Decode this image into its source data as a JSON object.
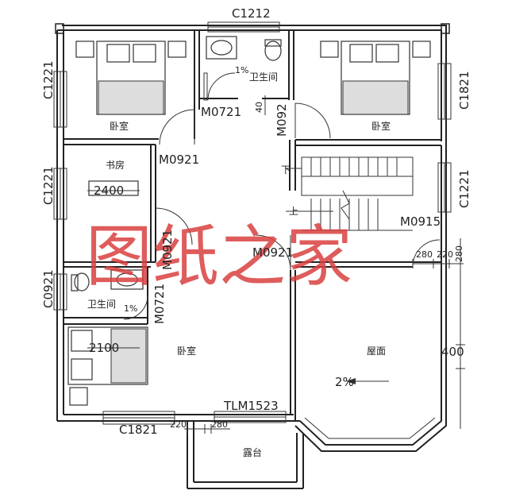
{
  "watermark": "图纸之家",
  "rooms": {
    "bedroom_top_left": "卧室",
    "bedroom_top_right": "卧室",
    "study": "书房",
    "bath_top": "卫生间",
    "bath_left": "卫生间",
    "bedroom_main": "卧室",
    "roof": "屋面",
    "terrace": "露台"
  },
  "codes": {
    "c1212": "C1212",
    "c1221_a": "C1221",
    "c1821_right": "C1821",
    "c1221_b": "C1221",
    "c1221_right": "C1221",
    "c0921": "C0921",
    "c1821_bottom": "C1821",
    "m0721_top": "M0721",
    "m092_top": "M092",
    "m0921_study": "M0921",
    "m0921_v": "M0921",
    "m0921_mid": "M0921",
    "m0721_v": "M0721",
    "m0915": "M0915",
    "tlm1523": "TLM1523"
  },
  "dims": {
    "d2400": "2400",
    "d2100": "2100",
    "d40": "40",
    "d280_a": "280",
    "d220_a": "220",
    "d280_b": "280",
    "d220_b": "220",
    "d280_c": "280",
    "d400": "400"
  },
  "slopes": {
    "slope_top": "1%",
    "slope_left": "1%",
    "slope_roof": "2%"
  },
  "stairs": {
    "down": "下",
    "up": "上"
  }
}
